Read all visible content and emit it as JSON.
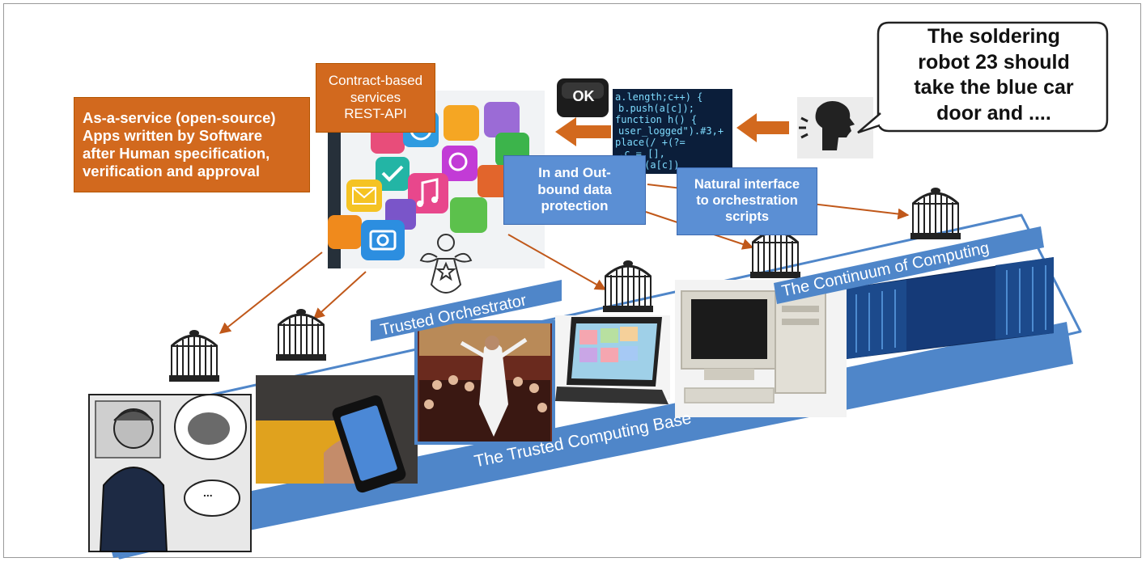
{
  "figure": {
    "apps_label": "As-a-service (open-source)\nApps written by Software\nafter Human specification,\nverification and approval",
    "contract_label": "Contract-based\nservices\nREST-API",
    "ok_button": "OK",
    "speech_bubble": "The soldering\nrobot 23 should\ntake the blue car\ndoor and ....",
    "inout_label": "In and Out-\nbound data\nprotection",
    "natural_label": "Natural interface\nto orchestration\nscripts",
    "trusted_orchestrator": "Trusted Orchestrator",
    "continuum": "The Continuum of Computing",
    "trusted_base": "The Trusted Computing Base",
    "code_lines": [
      "a.length;c++)  {",
      "  b.push(a[c]);",
      "function h() {",
      "user_logged\").#3,+",
      "place(/ +(?=",
      "  ,c = [],",
      "  c = r(a[c])"
    ],
    "comic_ellipsis": "...",
    "colors": {
      "orange": "#d2691e",
      "blue": "#5b8fd4",
      "arrow": "#c0581a",
      "band": "#4f86c9"
    }
  }
}
